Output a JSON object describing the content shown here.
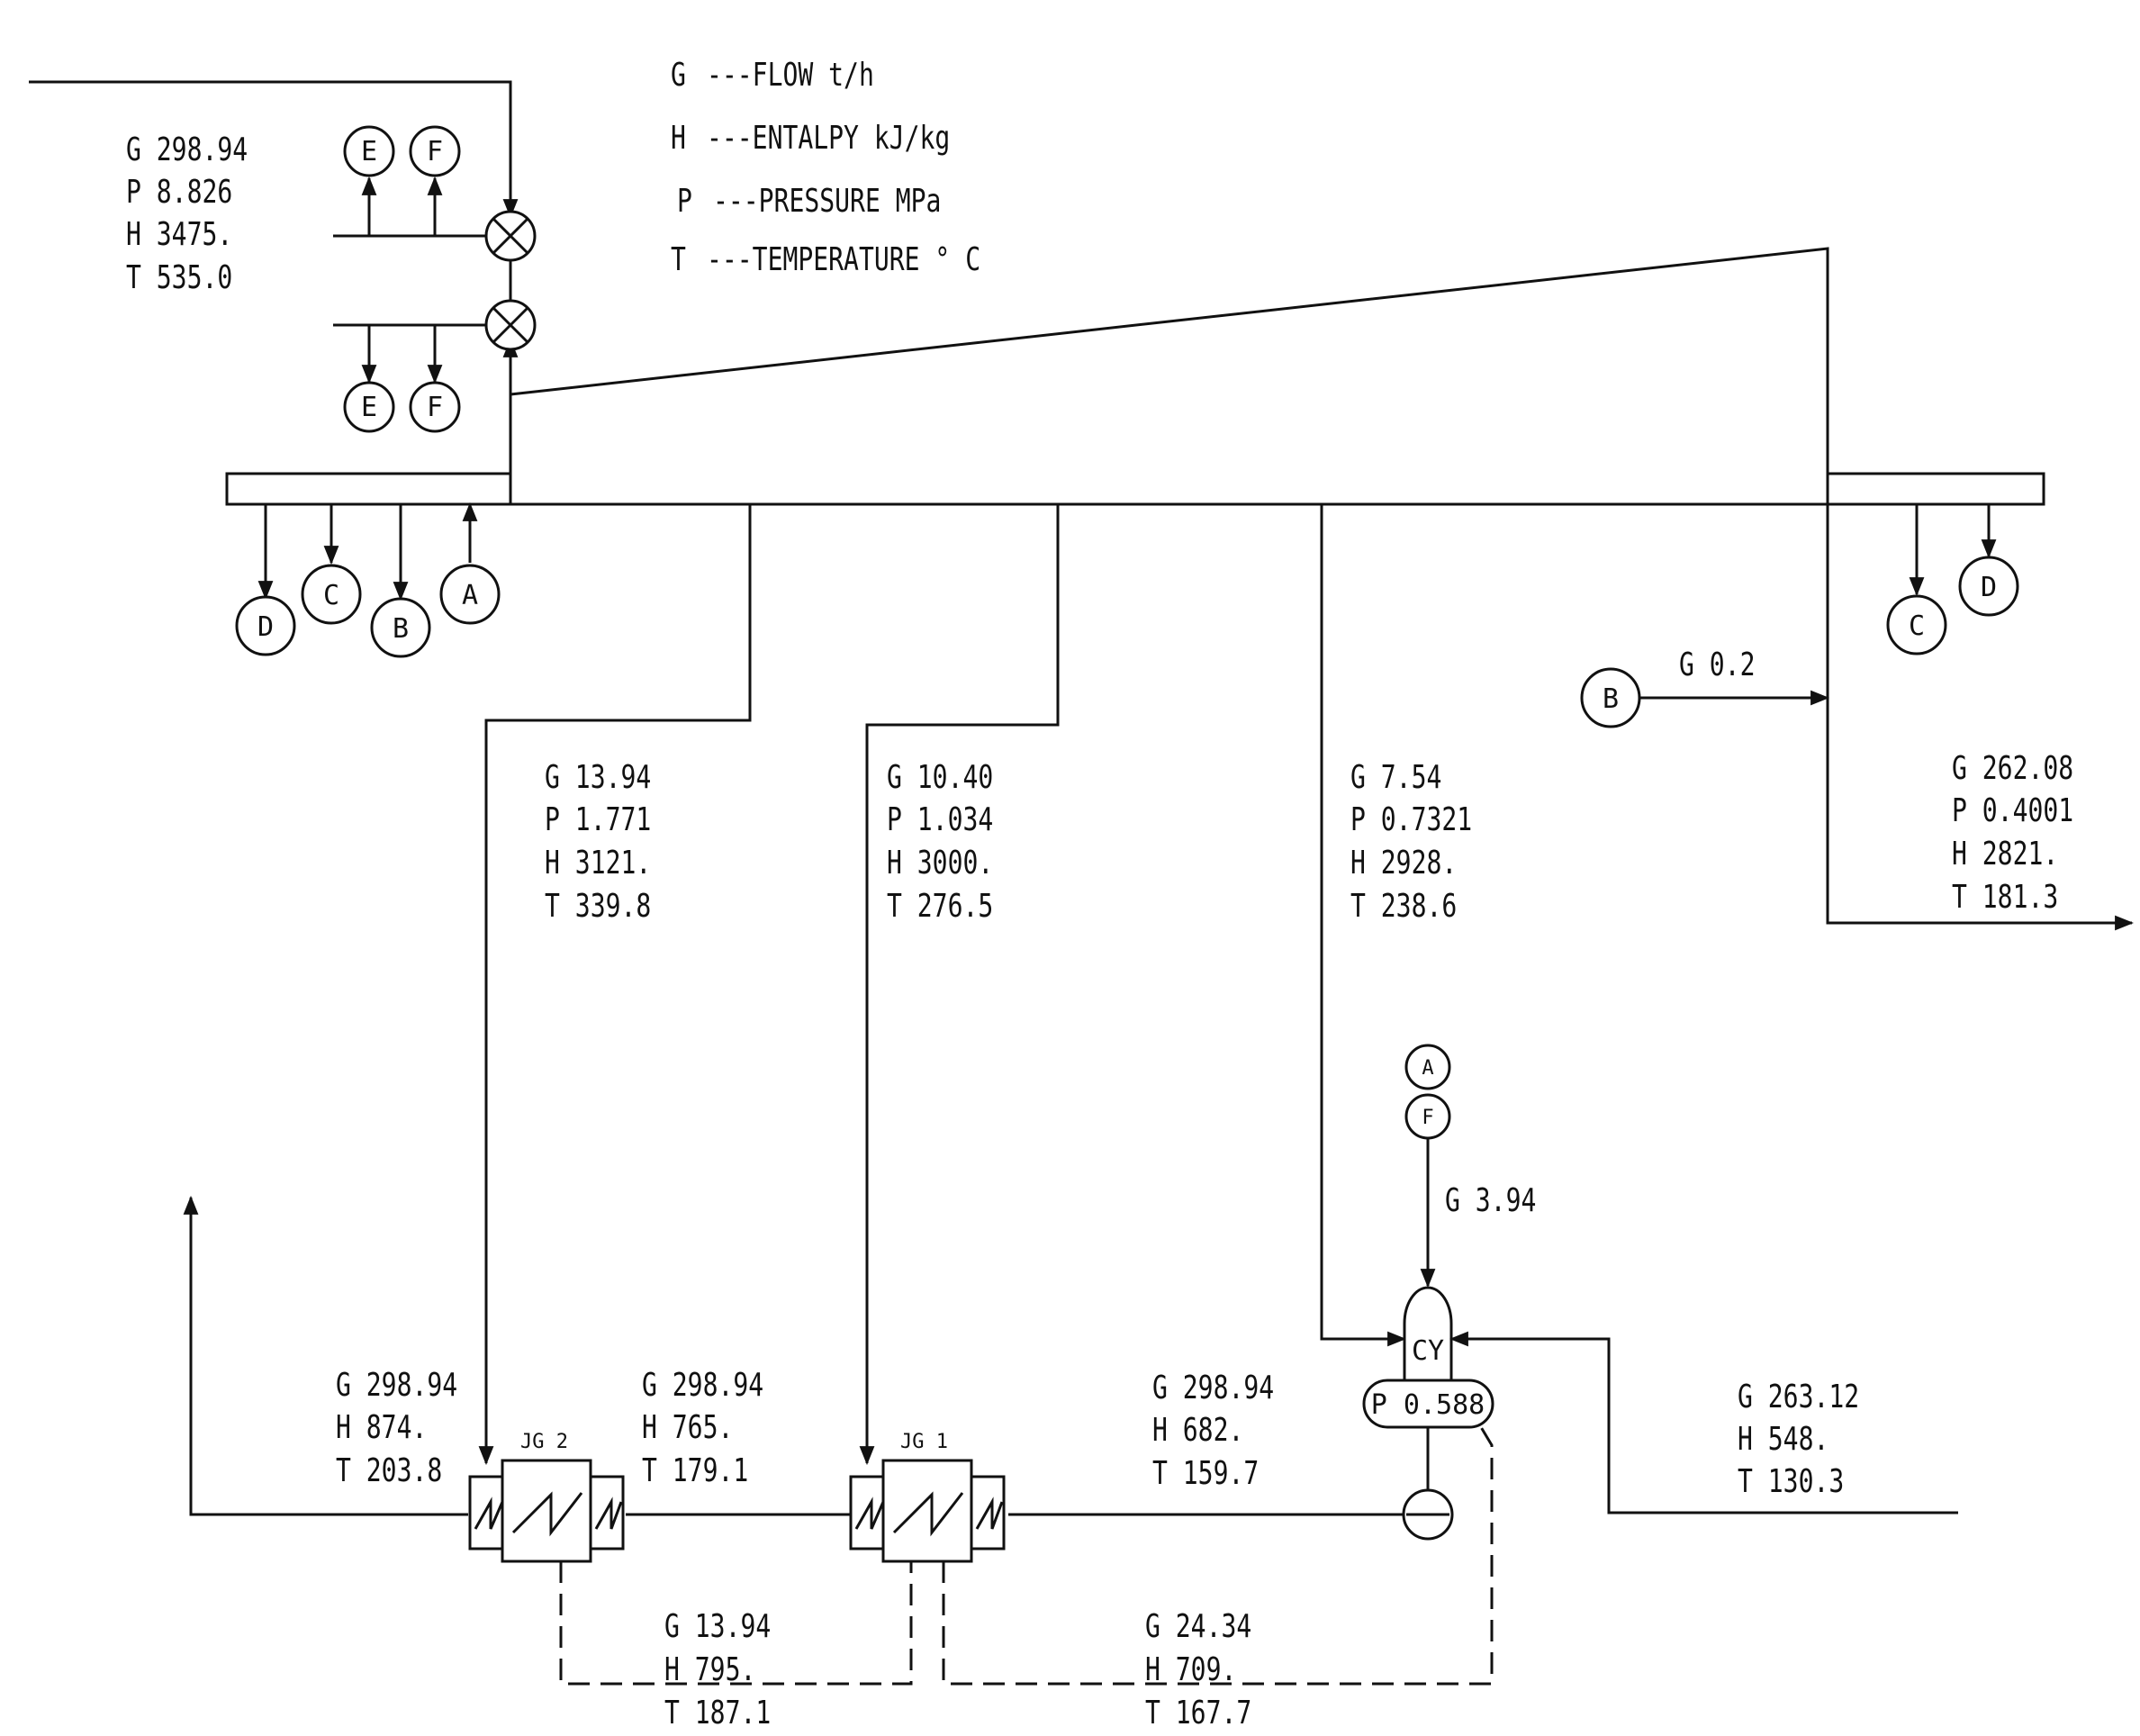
{
  "legend": [
    {
      "sym": "G",
      "text": "---FLOW  t/h"
    },
    {
      "sym": "H",
      "text": "---ENTALPY  kJ/kg"
    },
    {
      "sym": "P",
      "text": "---PRESSURE  MPa"
    },
    {
      "sym": "T",
      "text": "---TEMPERATURE  ° C"
    }
  ],
  "main_steam": [
    "G 298.94",
    "P  8.826",
    "H 3475.",
    "T 535.0"
  ],
  "ext1": [
    "G  13.94",
    "P  1.771",
    "H  3121.",
    "T  339.8"
  ],
  "ext2": [
    "G  10.40",
    "P  1.034",
    "H  3000.",
    "T  276.5"
  ],
  "ext3": [
    "G   7.54",
    "P  0.7321",
    "H  2928.",
    "T  238.6"
  ],
  "exhaust": [
    "G 262.08",
    "P 0.4001",
    "H 2821.",
    "T 181.3"
  ],
  "seal": "G 0.2",
  "makeup": "G 3.94",
  "fw_out": [
    "G 298.94",
    "H  874.",
    "T 203.8"
  ],
  "fw_mid": [
    "G 298.94",
    "H  765.",
    "T 179.1"
  ],
  "fw_in": [
    "G 298.94",
    "H  682.",
    "T 159.7"
  ],
  "cond_return": [
    "G 263.12",
    "H  548.",
    "T 130.3"
  ],
  "drain1": [
    "G 13.94",
    "H  795.",
    "T 187.1"
  ],
  "drain2": [
    "G 24.34",
    "H  709.",
    "T 167.7"
  ],
  "deaerator": {
    "name": "CY",
    "pressure": "P 0.588"
  },
  "heaters": {
    "jg2": "JG 2",
    "jg1": "JG 1"
  },
  "nodes": {
    "A": "A",
    "B": "B",
    "C": "C",
    "D": "D",
    "E": "E",
    "F": "F"
  }
}
